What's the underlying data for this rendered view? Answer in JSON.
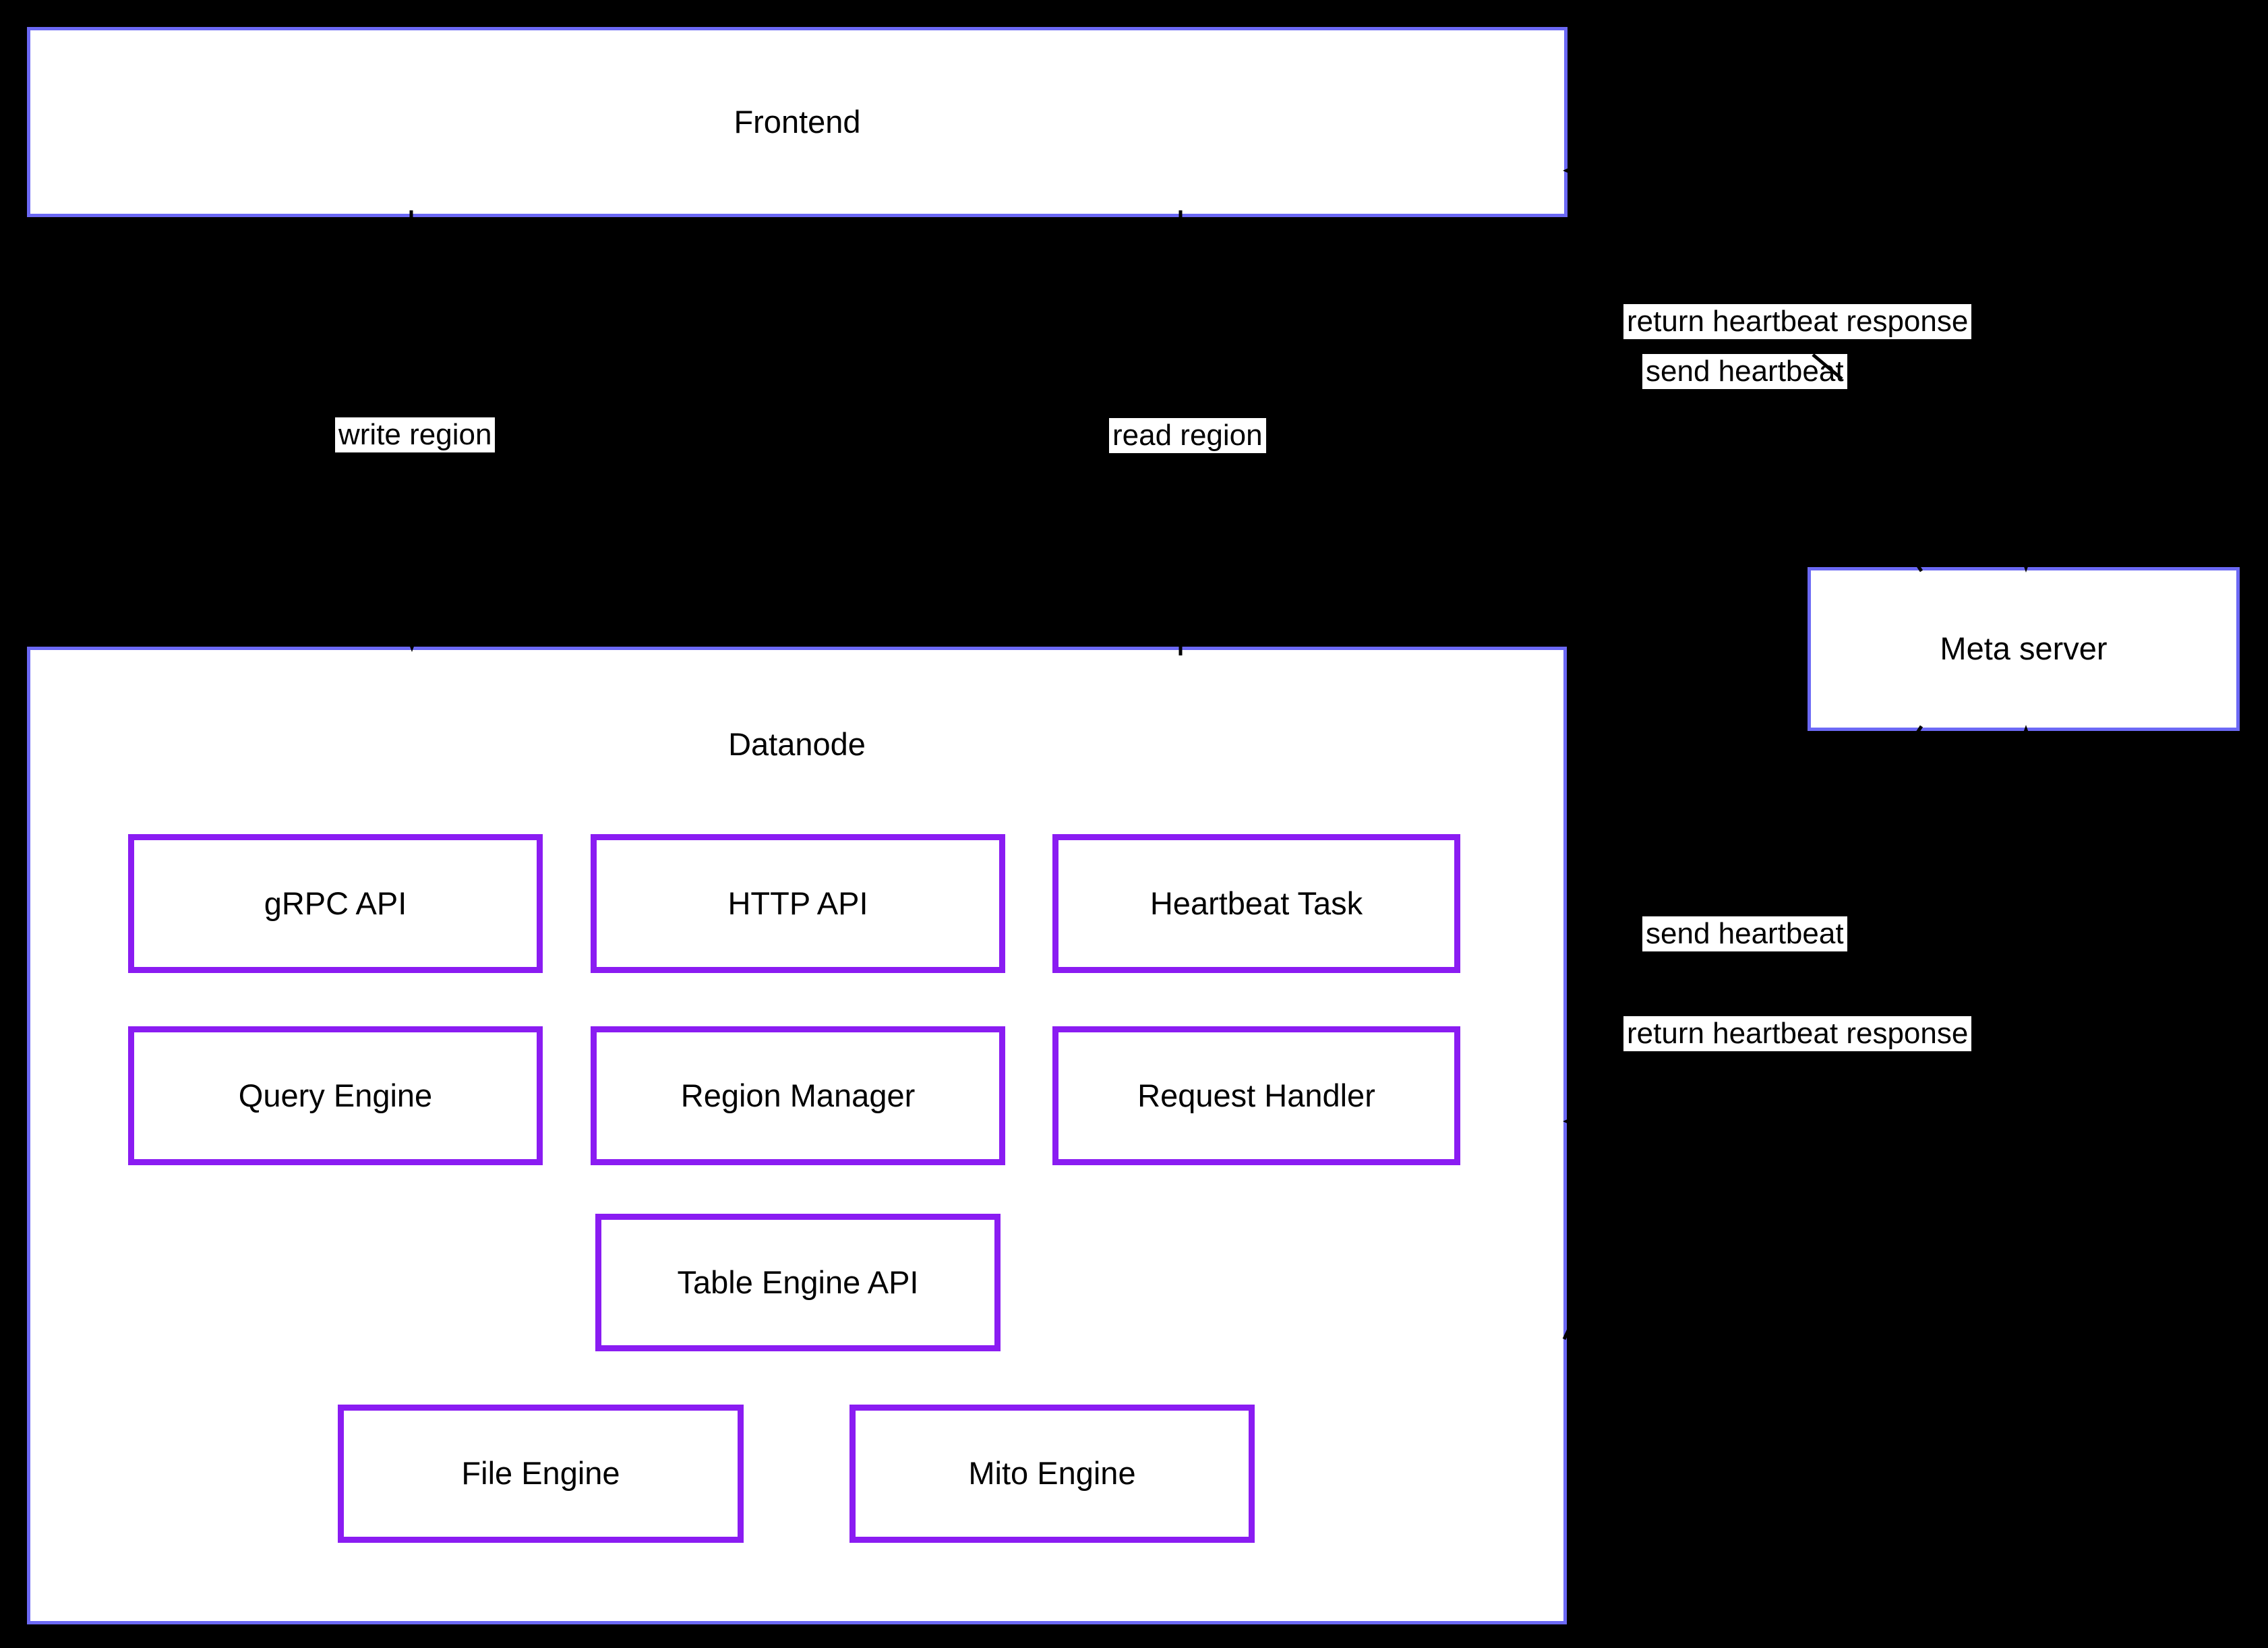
{
  "diagram_title": "Datanode architecture diagram",
  "colors": {
    "background": "#000000",
    "outer_node_border": "#6c69f5",
    "inner_node_border": "#8a1cf2",
    "node_fill": "#ffffff",
    "text": "#000000",
    "edge": "#000000",
    "edge_label_background": "#ffffff"
  },
  "nodes": {
    "frontend": {
      "label": "Frontend"
    },
    "datanode": {
      "label": "Datanode"
    },
    "meta_server": {
      "label": "Meta server"
    },
    "grpc_api": {
      "label": "gRPC API"
    },
    "http_api": {
      "label": "HTTP API"
    },
    "heartbeat_task": {
      "label": "Heartbeat Task"
    },
    "query_engine": {
      "label": "Query Engine"
    },
    "region_manager": {
      "label": "Region Manager"
    },
    "request_handler": {
      "label": "Request Handler"
    },
    "table_engine_api": {
      "label": "Table Engine API"
    },
    "file_engine": {
      "label": "File Engine"
    },
    "mito_engine": {
      "label": "Mito Engine"
    }
  },
  "edges": {
    "write_region": {
      "label": "write region"
    },
    "read_region": {
      "label": "read region"
    },
    "return_heartbeat_frontend": {
      "label": "return heartbeat response"
    },
    "send_heartbeat_frontend": {
      "label": "send heartbeat"
    },
    "send_heartbeat_datanode": {
      "label": "send heartbeat"
    },
    "return_heartbeat_datanode": {
      "label": "return heartbeat response"
    }
  }
}
